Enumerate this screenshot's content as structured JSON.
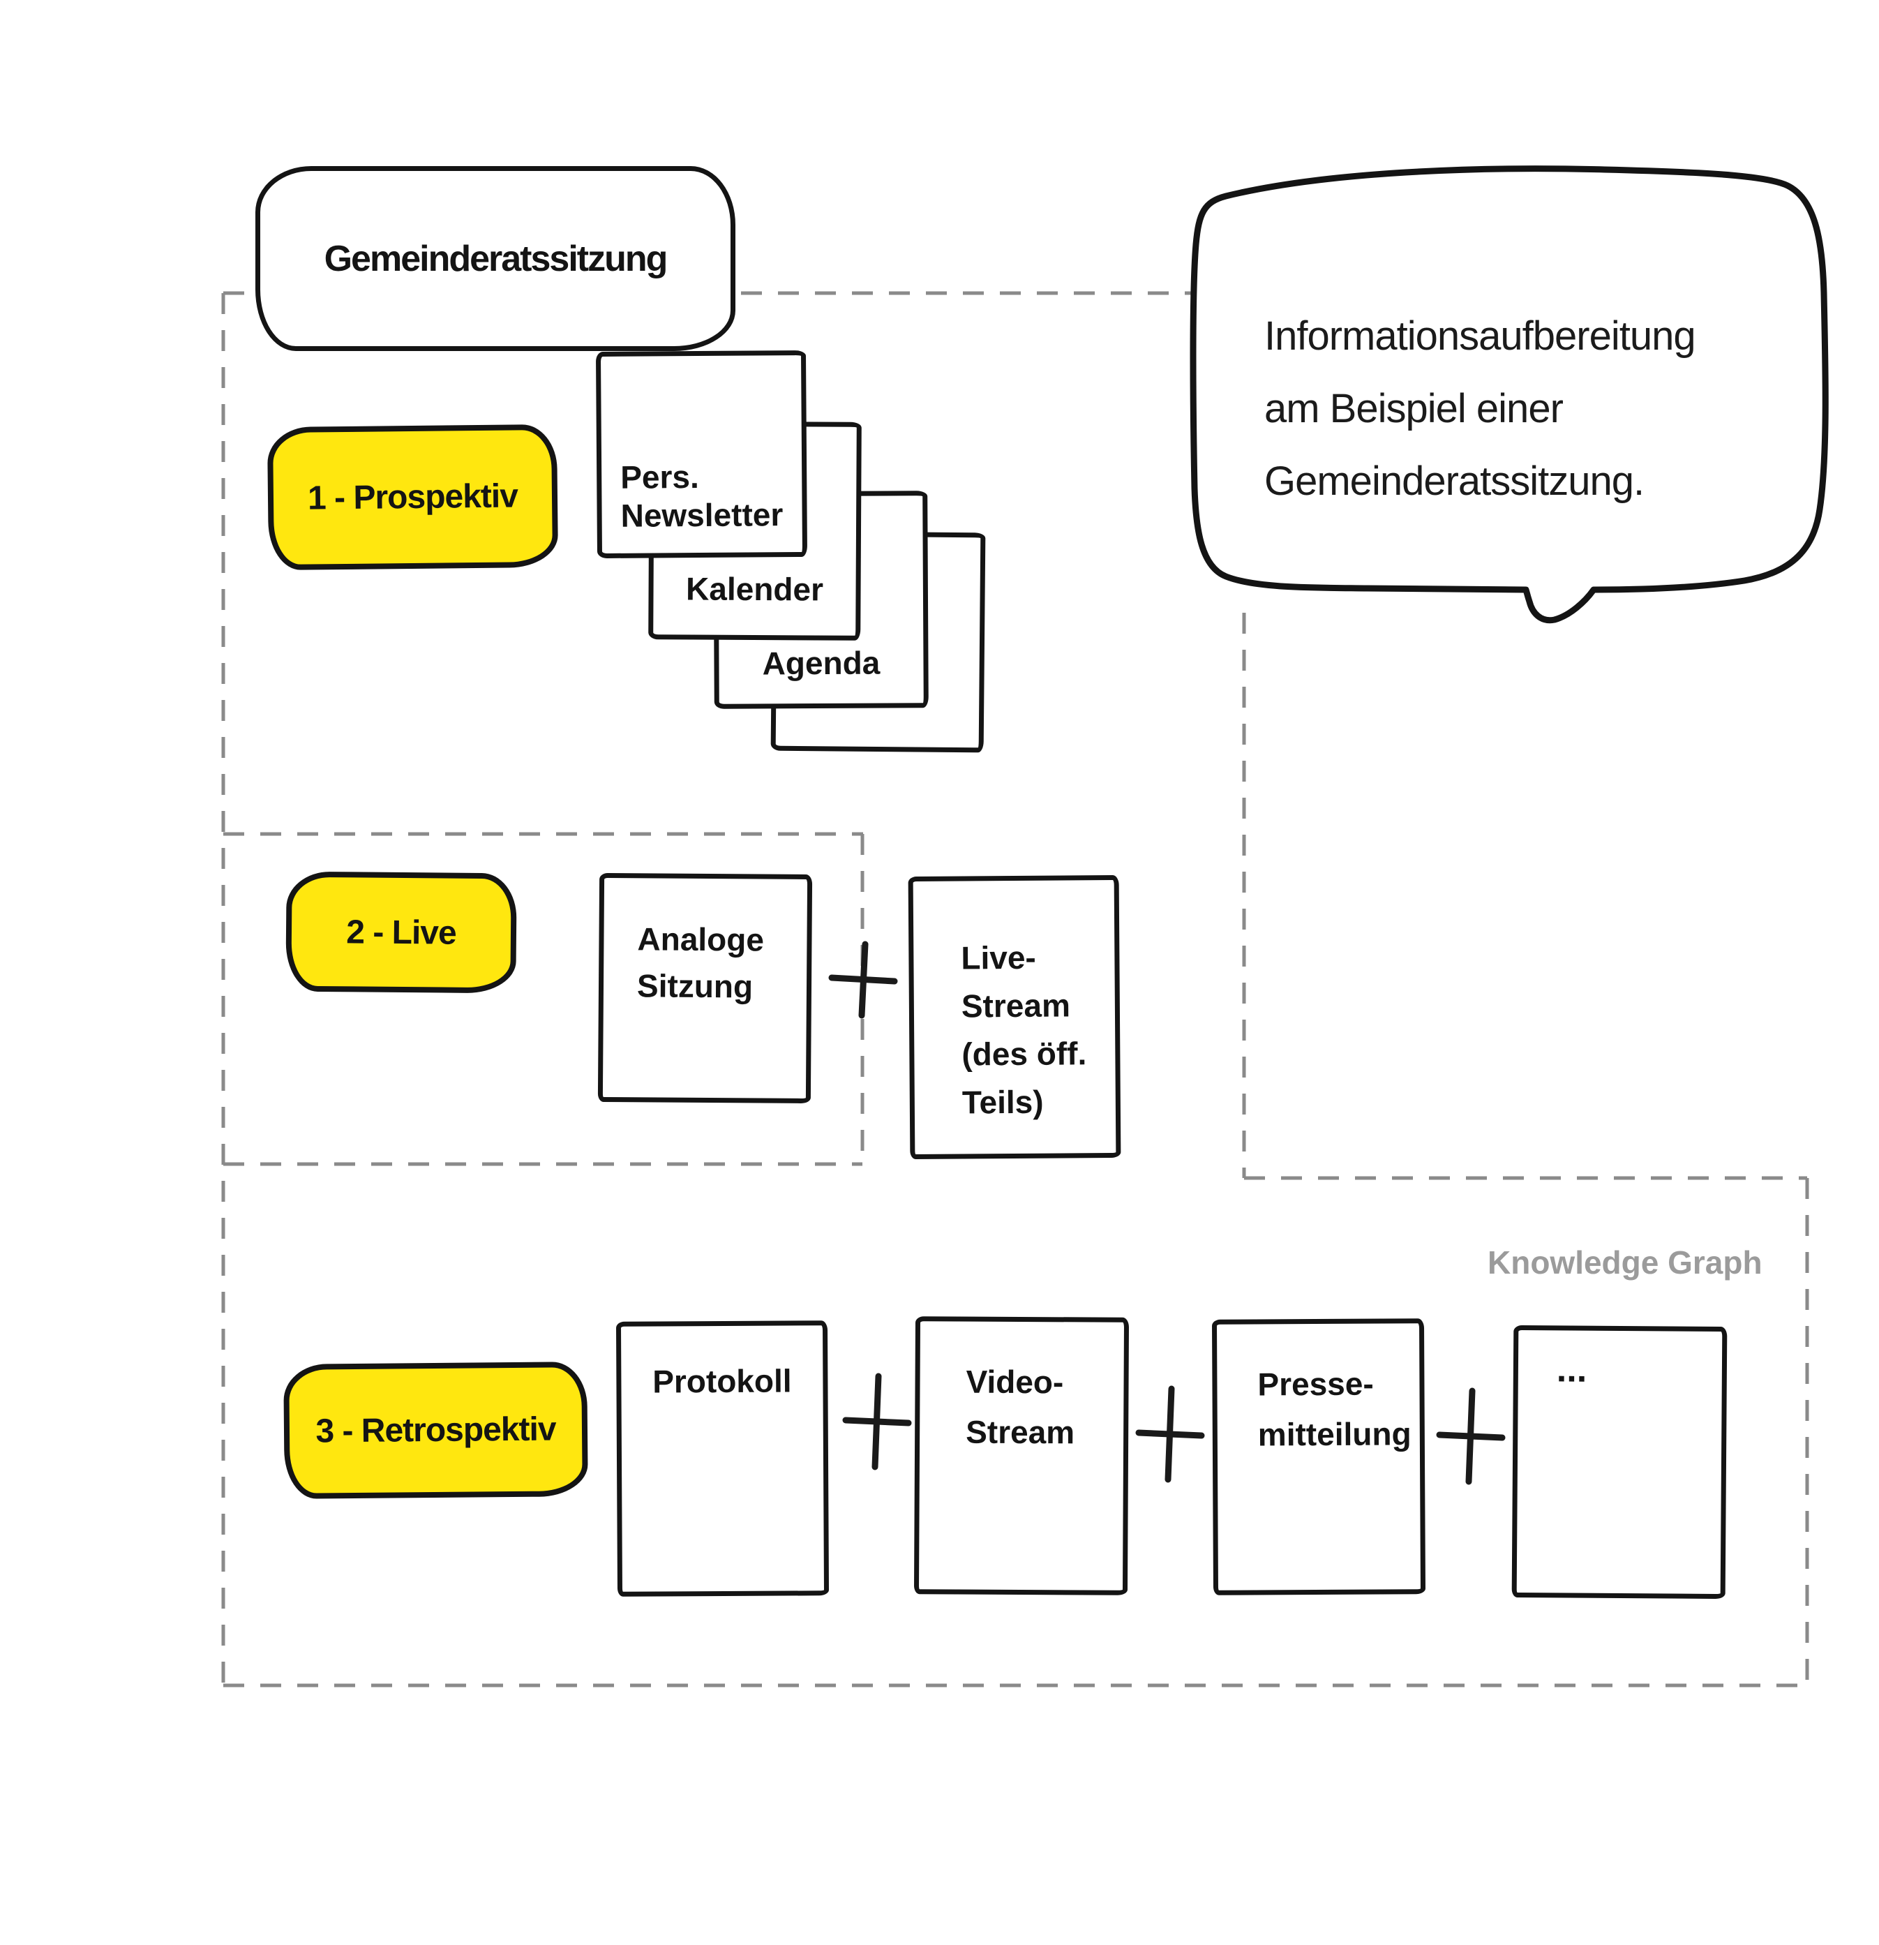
{
  "nodes": {
    "meeting": {
      "label": "Gemeinderatssitzung"
    },
    "speech_bubble": {
      "text": "Informationsaufbereitung\nam Beispiel einer\nGemeinderatssitzung."
    },
    "phase1": {
      "label": "1 - Prospektiv",
      "cards": {
        "newsletter": "Pers.\nNewsletter",
        "kalender": "Kalender",
        "agenda": "Agenda",
        "blank": ""
      }
    },
    "phase2": {
      "label": "2 - Live",
      "analog_meeting": "Analoge\nSitzung",
      "livestream": "Live-\nStream\n(des öff.\nTeils)"
    },
    "phase3": {
      "label": "3 - Retrospektiv",
      "protokoll": "Protokoll",
      "videostream": "Video-\nStream",
      "pressemitteilung": "Presse-\nmitteilung",
      "more": "..."
    },
    "knowledge_graph": {
      "label": "Knowledge Graph"
    }
  },
  "icons": {
    "plus_icon": "+"
  },
  "colors": {
    "highlight_yellow": "#ffe70f",
    "dash_gray": "#8a8a8a",
    "muted_label_gray": "#9b9b9b",
    "ink": "#141414",
    "background": "#ffffff"
  }
}
